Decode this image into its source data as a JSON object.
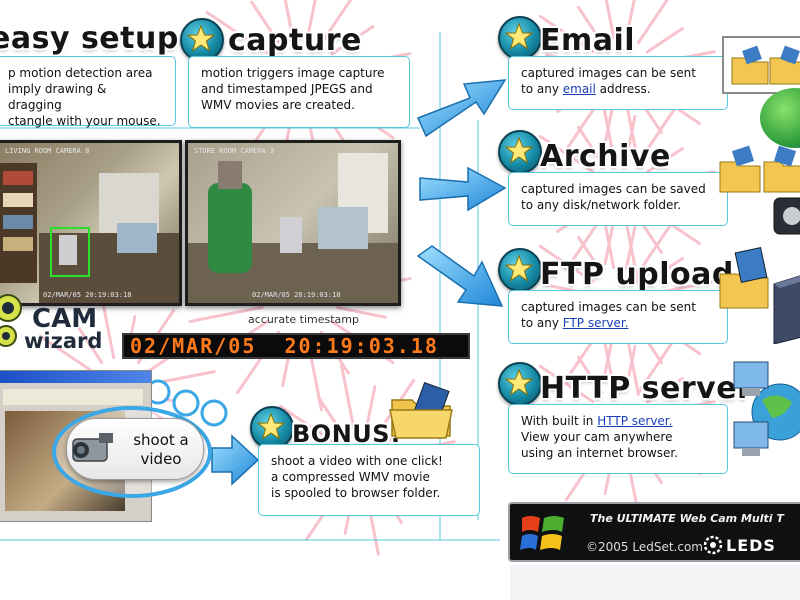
{
  "features": {
    "easy_setup": {
      "title": "easy setup",
      "text": "p motion detection area\nimply drawing & dragging\nctangle with your mouse."
    },
    "capture": {
      "title": "capture",
      "text": "motion triggers image capture\nand timestamped JPEGS and\nWMV movies are created."
    },
    "bonus": {
      "title": "BONUS!",
      "text": "shoot a video with one click!\na compressed WMV movie\nis spooled to browser folder."
    }
  },
  "destinations": {
    "email": {
      "title": "Email",
      "text_before": "captured images can be sent\nto any ",
      "link": "email",
      "text_after": " address."
    },
    "archive": {
      "title": "Archive",
      "text": "captured images can be saved\nto any disk/network folder."
    },
    "ftp": {
      "title": "FTP upload",
      "text_before": "captured images can be sent\nto any ",
      "link": "FTP server.",
      "text_after": ""
    },
    "http": {
      "title": "HTTP server",
      "text_before": "With built in ",
      "link": "HTTP server.",
      "text_after": "\nView your cam anywhere\nusing an internet browser."
    }
  },
  "cameras": {
    "left_caption_top": "LIVING ROOM CAMERA 8",
    "left_caption_bottom": "02/MAR/05   20:19:03:18",
    "right_caption_top": "STORE ROOM CAMERA 3",
    "right_caption_bottom": "02/MAR/05   20:19:03:18",
    "timestamp_label": "accurate timestamp",
    "timestamp_display": "02/MAR/05  20:19:03.18"
  },
  "logo": {
    "line1": "CAM",
    "line2": "wizard"
  },
  "video_button": {
    "label": "shoot a\nvideo"
  },
  "footer": {
    "tagline": "The ULTIMATE Web Cam Multi T",
    "copyright": "©2005 LedSet.com",
    "brand": "LEDS"
  },
  "colors": {
    "accent_cyan": "#57c7dc",
    "arrow_blue": "#3aa7e6",
    "timestamp_orange": "#ff7a1a",
    "link_blue": "#1a3fb8"
  }
}
